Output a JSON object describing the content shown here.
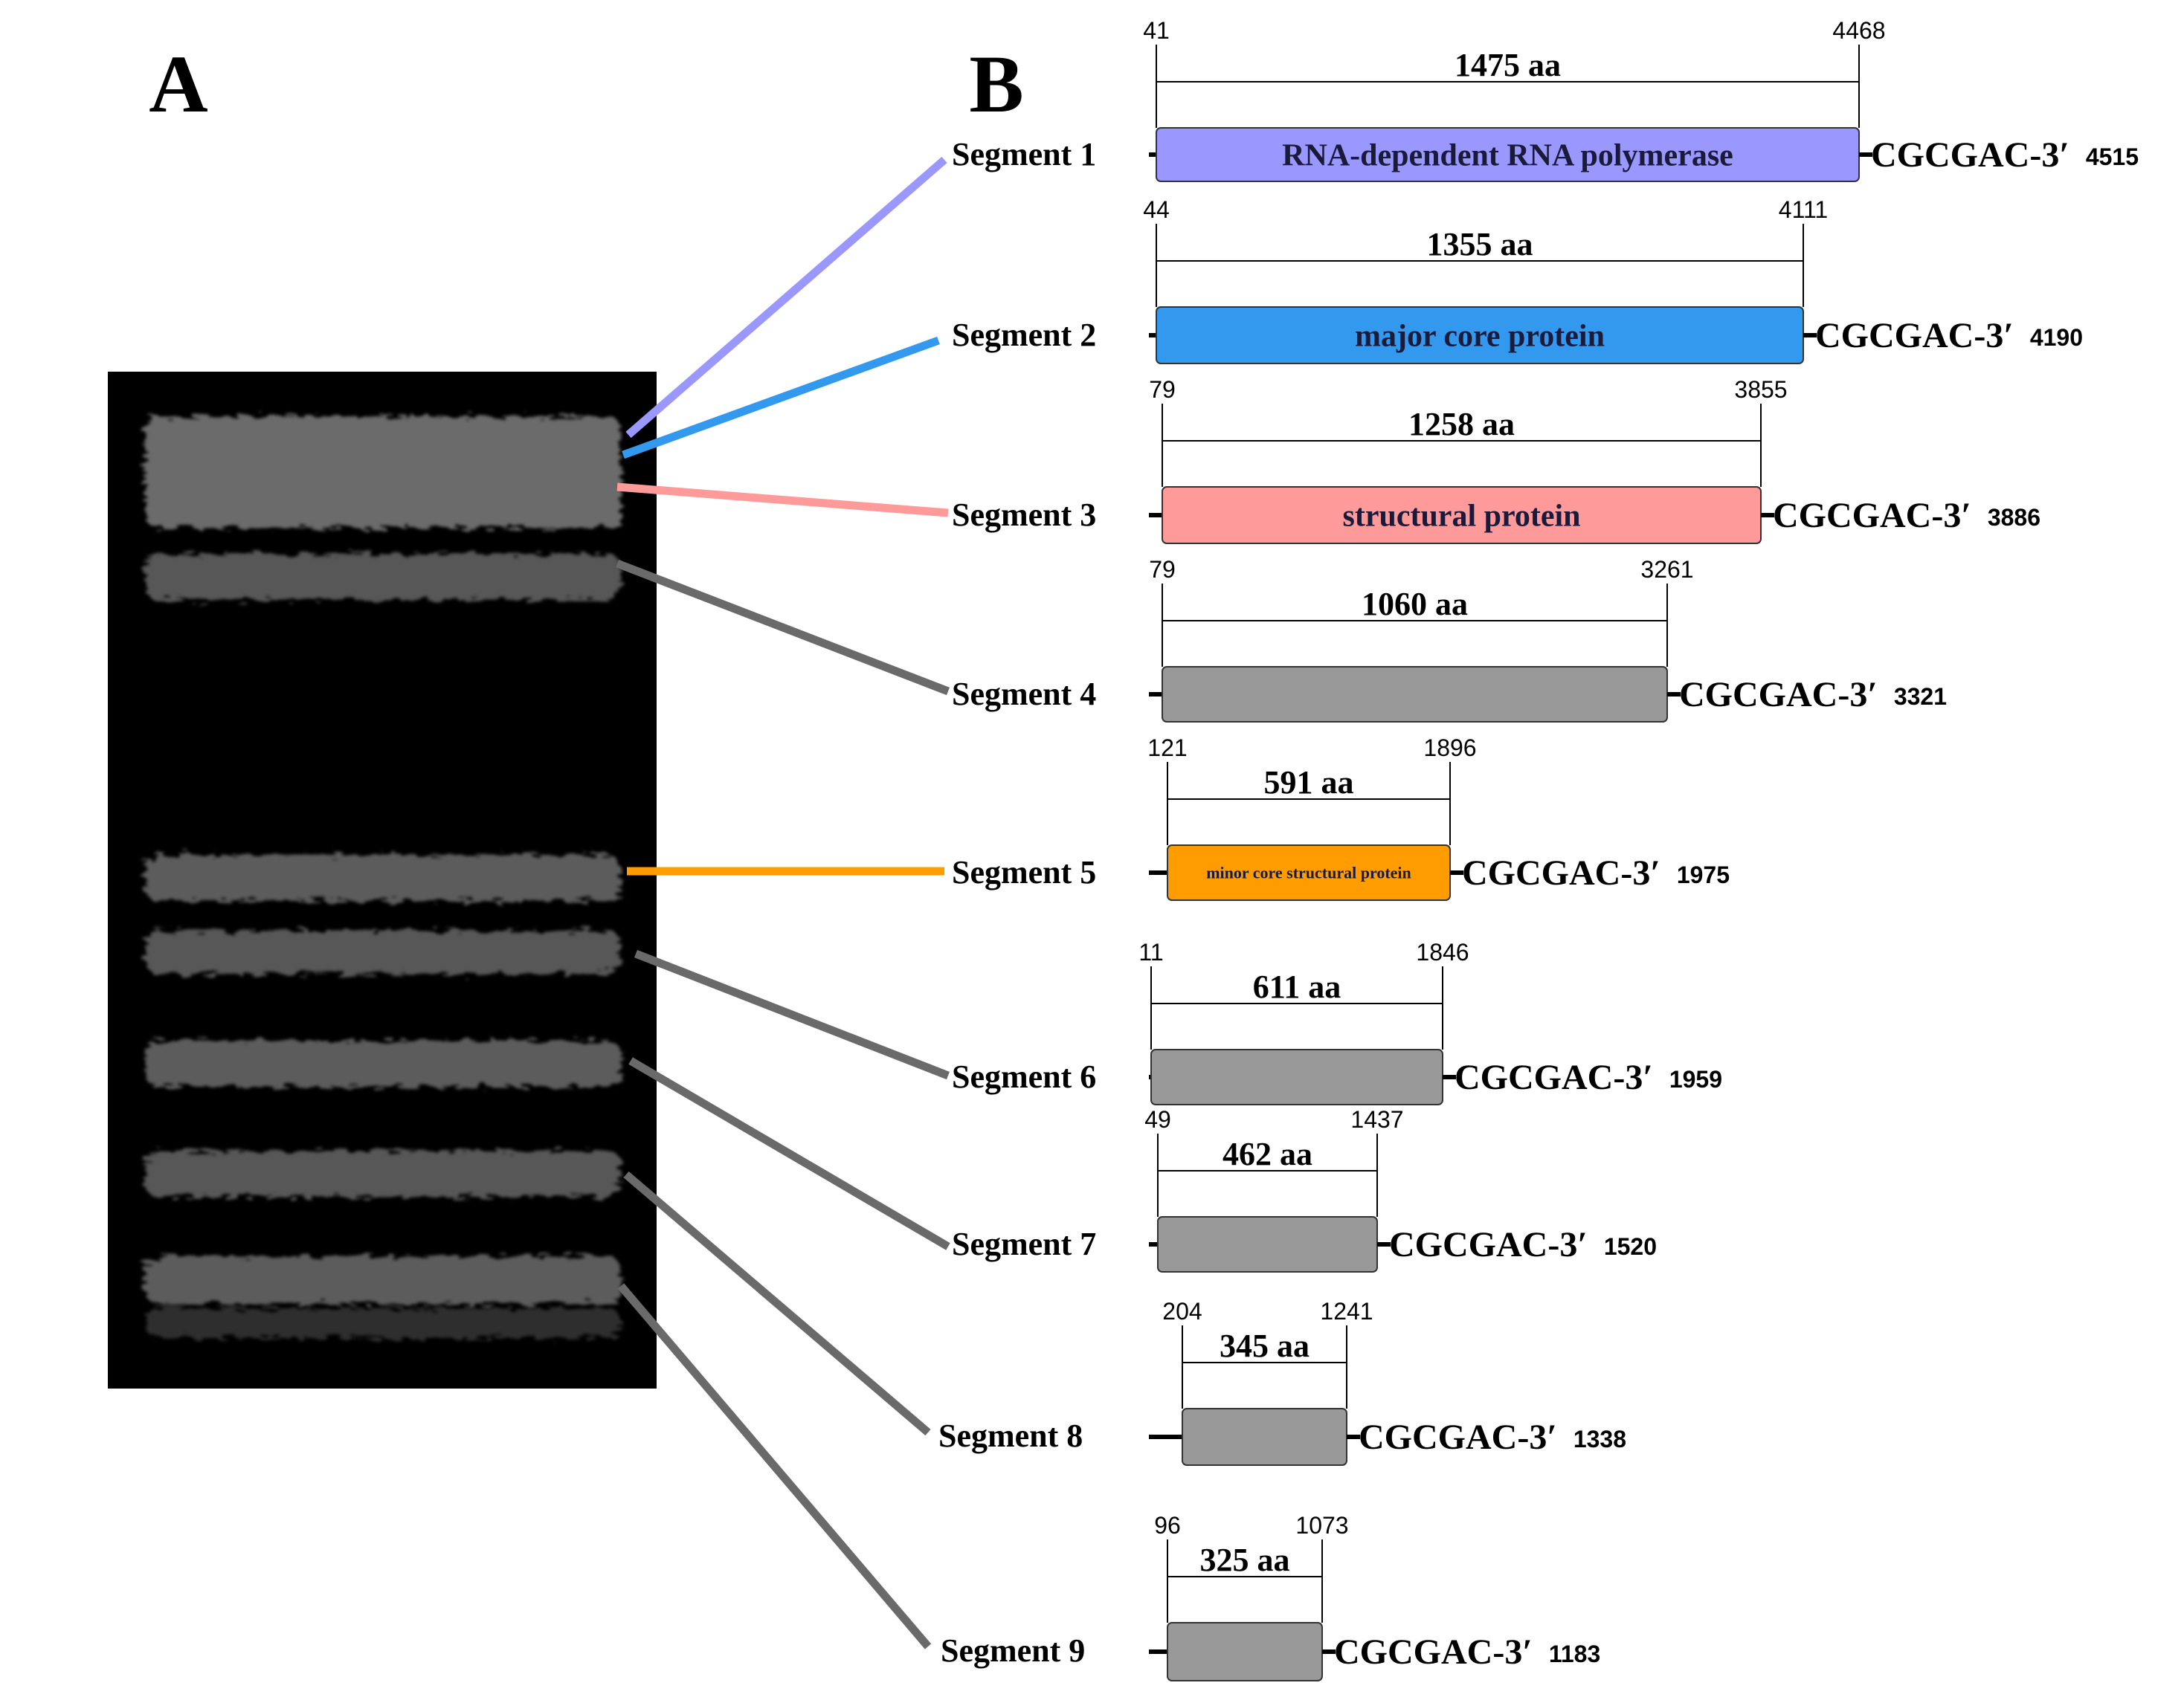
{
  "panel_labels": {
    "a": "A",
    "b": "B"
  },
  "colors": {
    "rdrp": "#9a98ff",
    "major_core": "#3399ee",
    "structural": "#ff9a9a",
    "minor_core": "#ff9c00",
    "unassigned": "#999999",
    "leader_gray": "#6a6a6a",
    "gel_bg": "#000000"
  },
  "gel": {
    "band_count": 8
  },
  "segments": [
    {
      "label": "Segment 1",
      "start": "41",
      "end": "4468",
      "aa": "1475 aa",
      "protein": "RNA-dependent RNA polymerase",
      "tail": "CGCGAC-3′",
      "length": "4515",
      "color_key": "rdrp"
    },
    {
      "label": "Segment 2",
      "start": "44",
      "end": "4111",
      "aa": "1355 aa",
      "protein": "major core protein",
      "tail": "CGCGAC-3′",
      "length": "4190",
      "color_key": "major_core"
    },
    {
      "label": "Segment 3",
      "start": "79",
      "end": "3855",
      "aa": "1258 aa",
      "protein": "structural protein",
      "tail": "CGCGAC-3′",
      "length": "3886",
      "color_key": "structural"
    },
    {
      "label": "Segment 4",
      "start": "79",
      "end": "3261",
      "aa": "1060 aa",
      "protein": "",
      "tail": "CGCGAC-3′",
      "length": "3321",
      "color_key": "unassigned"
    },
    {
      "label": "Segment 5",
      "start": "121",
      "end": "1896",
      "aa": "591 aa",
      "protein": "minor core structural protein",
      "tail": "CGCGAC-3′",
      "length": "1975",
      "color_key": "minor_core"
    },
    {
      "label": "Segment 6",
      "start": "11",
      "end": "1846",
      "aa": "611 aa",
      "protein": "",
      "tail": "CGCGAC-3′",
      "length": "1959",
      "color_key": "unassigned"
    },
    {
      "label": "Segment 7",
      "start": "49",
      "end": "1437",
      "aa": "462 aa",
      "protein": "",
      "tail": "CGCGAC-3′",
      "length": "1520",
      "color_key": "unassigned"
    },
    {
      "label": "Segment 8",
      "start": "204",
      "end": "1241",
      "aa": "345 aa",
      "protein": "",
      "tail": "CGCGAC-3′",
      "length": "1338",
      "color_key": "unassigned"
    },
    {
      "label": "Segment 9",
      "start": "96",
      "end": "1073",
      "aa": "325 aa",
      "protein": "",
      "tail": "CGCGAC-3′",
      "length": "1183",
      "color_key": "unassigned"
    }
  ]
}
